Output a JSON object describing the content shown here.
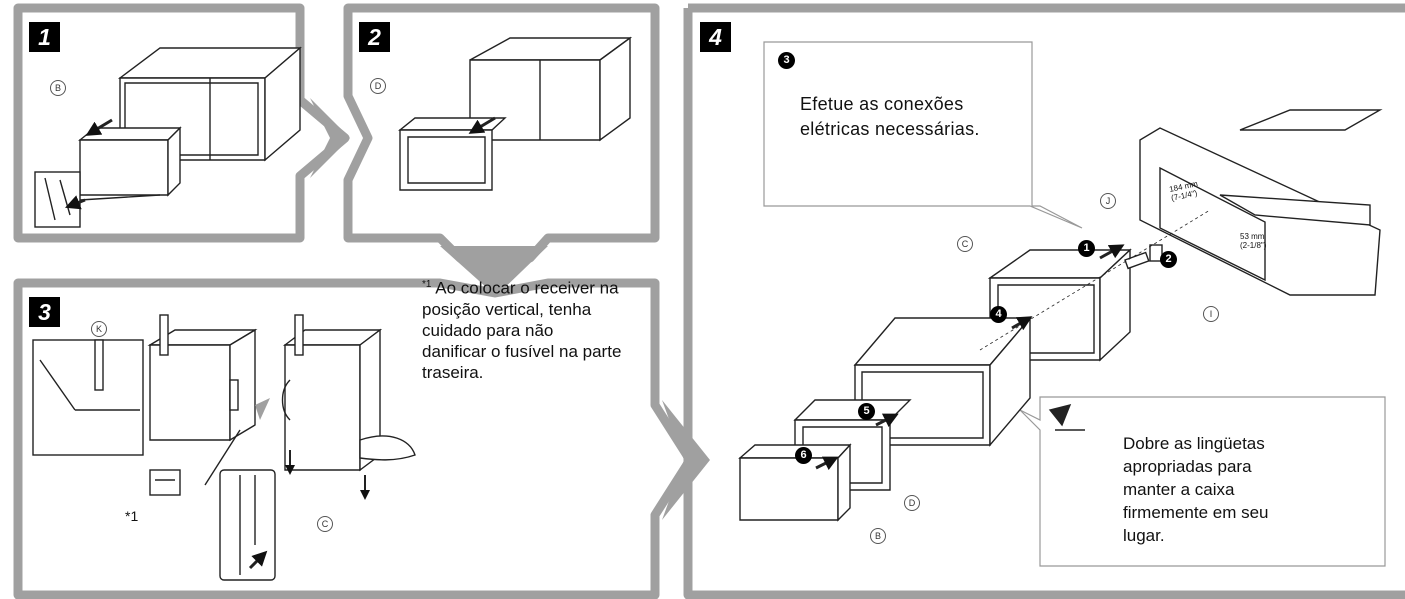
{
  "panels": {
    "step1": {
      "number": "1"
    },
    "step2": {
      "number": "2"
    },
    "step3": {
      "number": "3",
      "note_marker": "*1",
      "footnote_marker": "*1",
      "footnote_text": "Ao colocar o re­ceiver na posição vertical, tenha cuidado para não danificar o fusível na parte traseira."
    },
    "step4": {
      "number": "4",
      "callout_top_marker": "❸",
      "callout_top_text": "Efetue as conexões elétricas necessárias.",
      "callout_bottom_text": "Dobre as lingüetas apropriadas para manter a caixa firmemente em seu lugar.",
      "dims": {
        "width": "184 mm",
        "width_in": "(7-1/4\")",
        "height": "53 mm",
        "height_in": "(2-1/8\")"
      },
      "arrow_numbers": [
        "1",
        "2",
        "4",
        "5",
        "6"
      ]
    }
  },
  "part_labels": {
    "B": "B",
    "C": "C",
    "D": "D",
    "I": "I",
    "J": "J",
    "K": "K"
  },
  "colors": {
    "frame": "#a0a0a0",
    "line": "#222222",
    "callout_border": "#999999"
  }
}
